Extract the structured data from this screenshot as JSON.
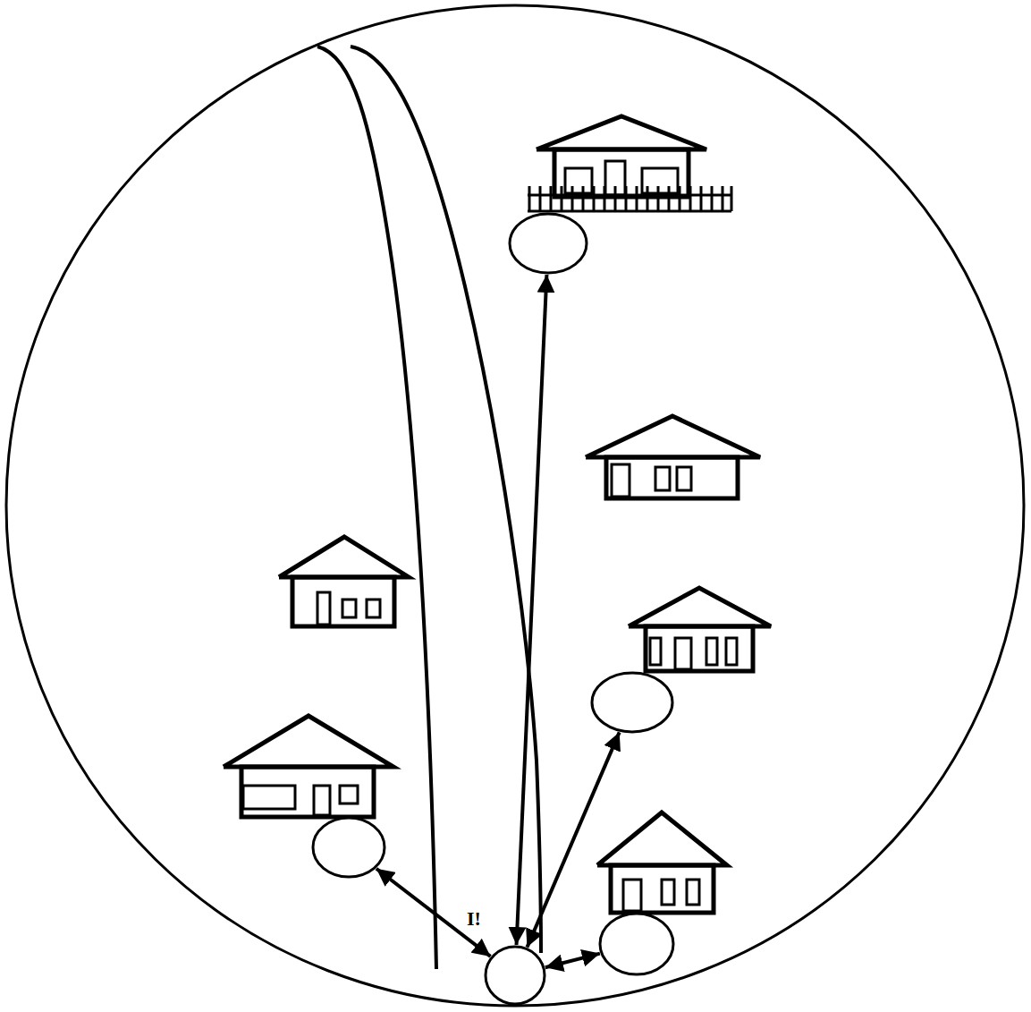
{
  "diagram": {
    "nodes": [
      {
        "text": []
      },
      {
        "text": []
      },
      {
        "text": []
      },
      {
        "text": []
      },
      {
        "text": [
          "I!"
        ]
      }
    ],
    "edges": [
      {
        "from": 4,
        "to": 0,
        "arrow": "both"
      },
      {
        "from": 4,
        "to": 1,
        "arrow": "both"
      },
      {
        "from": 4,
        "to": 2,
        "arrow": "both"
      },
      {
        "from": 4,
        "to": 3,
        "arrow": "both"
      }
    ]
  }
}
